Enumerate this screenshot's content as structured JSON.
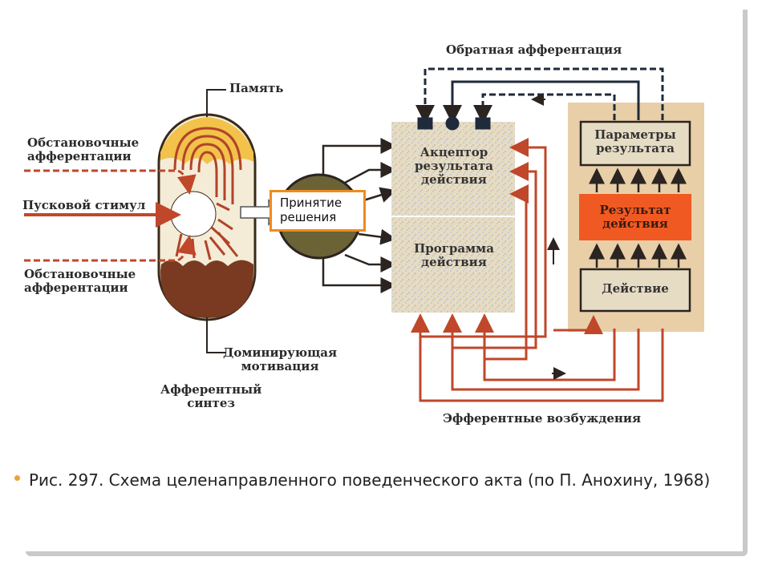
{
  "labels": {
    "memory": "Память",
    "situational_top": "Обстановочные\nафферентации",
    "trigger": "Пусковой стимул",
    "situational_bottom": "Обстановочные\nафферентации",
    "dominant_motivation": "Доминирующая\nмотивация",
    "afferent_synthesis": "Афферентный\nсинтез",
    "feedback": "Обратная афферентация",
    "efferent": "Эфферентные возбуждения",
    "decision": "Принятие\nрешения",
    "acceptor": "Акцептор\nрезультата\nдействия",
    "program": "Программа\nдействия",
    "result_params": "Параметры\nрезультата",
    "result": "Результат\nдействия",
    "action": "Действие"
  },
  "caption": "Рис. 297. Схема целенаправленного поведенческого акта (по П. Анохину, 1968)",
  "colors": {
    "arrow_red": "#c0472a",
    "arrow_brown": "#3a2a1a",
    "accent_orange": "#f08a1c",
    "result_box": "#f05a22"
  }
}
